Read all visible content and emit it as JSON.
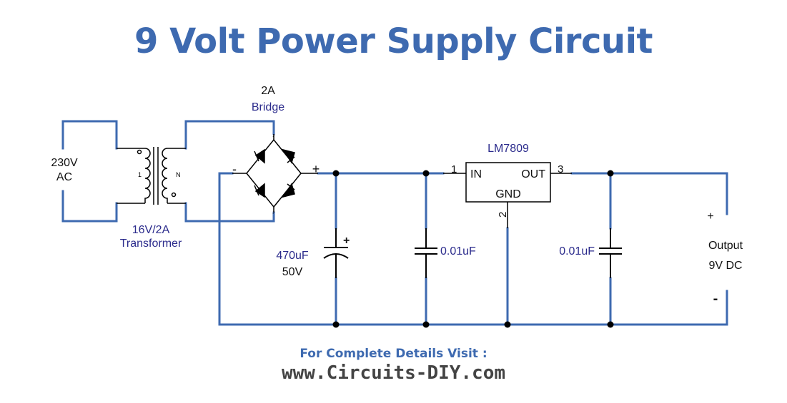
{
  "title": "9 Volt Power Supply Circuit",
  "colors": {
    "title": "#3e6ab0",
    "wire": "#3e6ab0",
    "component": "#000000",
    "label_blue": "#2b2b8c",
    "label_black": "#111111",
    "footer1": "#3e6ab0",
    "footer2": "#444444"
  },
  "source": {
    "voltage": "230V",
    "type": "AC"
  },
  "transformer": {
    "rating": "16V/2A",
    "name": "Transformer",
    "primary_mark": "1",
    "secondary_mark": "N"
  },
  "bridge": {
    "rating": "2A",
    "name": "Bridge",
    "minus": "-",
    "plus": "+"
  },
  "capacitor_main": {
    "value": "470uF",
    "voltage": "50V",
    "polarity": "+"
  },
  "capacitor_in": {
    "value": "0.01uF"
  },
  "regulator": {
    "name": "LM7809",
    "pin_in": "IN",
    "pin_out": "OUT",
    "pin_gnd": "GND",
    "pin1": "1",
    "pin2": "2",
    "pin3": "3"
  },
  "capacitor_out": {
    "value": "0.01uF"
  },
  "output": {
    "label": "Output",
    "value": "9V DC",
    "plus": "+",
    "minus": "-"
  },
  "footer": {
    "line1": "For Complete Details Visit :",
    "line2": "www.Circuits-DIY.com"
  }
}
